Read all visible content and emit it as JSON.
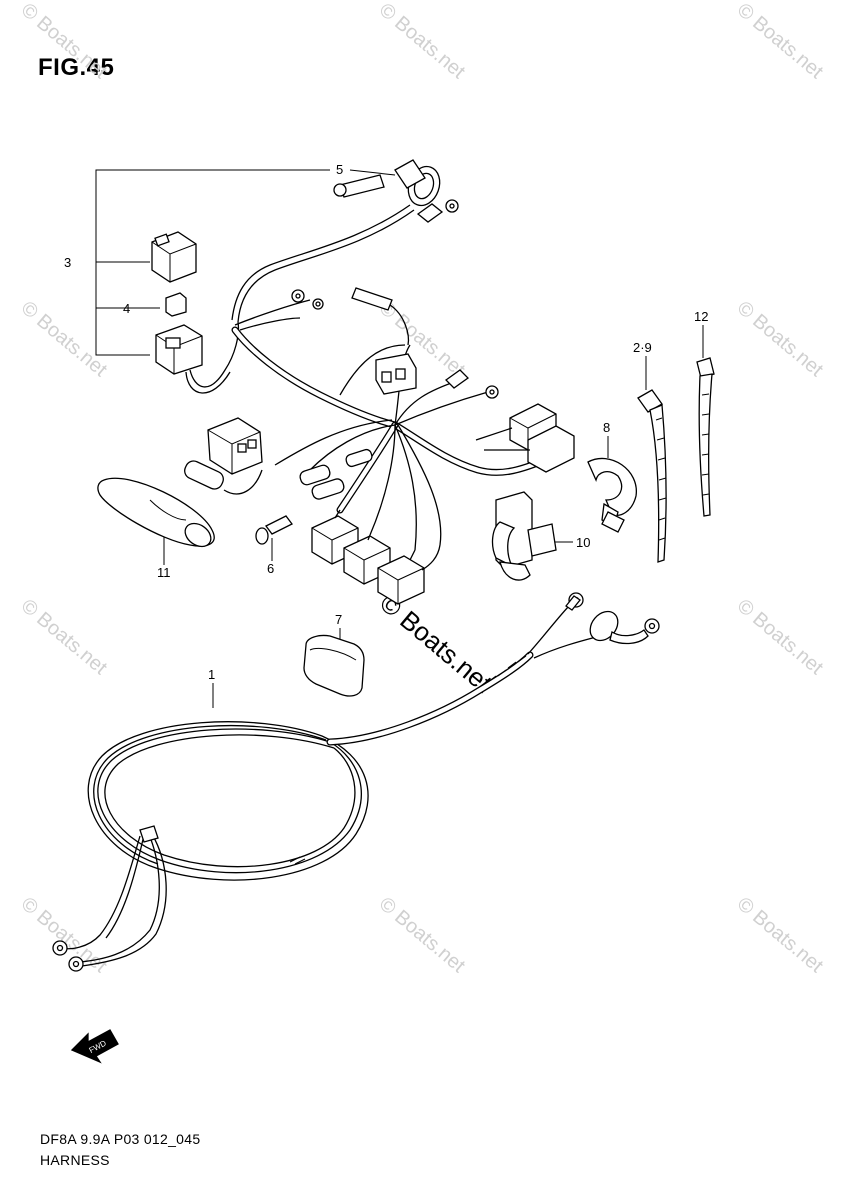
{
  "figure": {
    "title": "FIG.45",
    "code": "DF8A 9.9A P03 012_045",
    "name": "HARNESS"
  },
  "callouts": {
    "c1": "1",
    "c3": "3",
    "c4": "4",
    "c5": "5",
    "c6": "6",
    "c7": "7",
    "c8": "8",
    "c29": "2·9",
    "c10": "10",
    "c11": "11",
    "c12": "12"
  },
  "watermark": {
    "text": "© Boats.net",
    "center_text": "© Boats.net"
  },
  "fwd_label": "FWD"
}
